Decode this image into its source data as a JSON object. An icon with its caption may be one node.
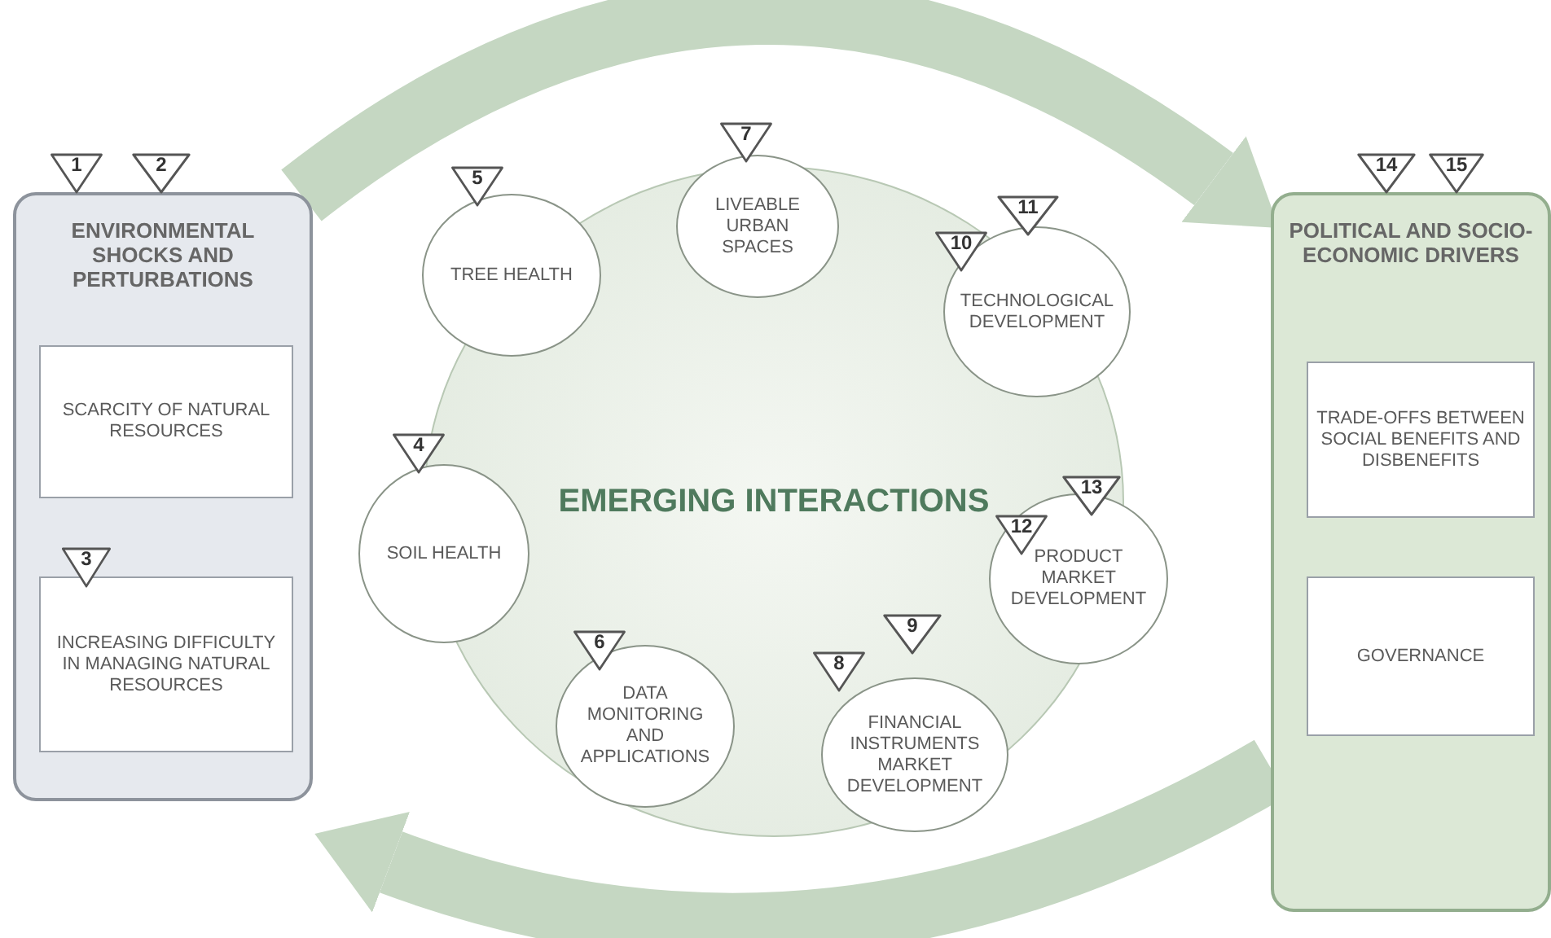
{
  "diagram": {
    "nodes": [
      {
        "text": [
          "1"
        ]
      },
      {
        "text": [
          "2"
        ]
      },
      {
        "text": [
          "ENVIRONMENTAL SHOCKS AND PERTURBATIONS"
        ]
      },
      {
        "text": [
          "SCARCITY OF NATURAL RESOURCES"
        ],
        "in": 2
      },
      {
        "text": [
          "3"
        ],
        "in": 2
      },
      {
        "text": [
          "INCREASING DIFFICULTY IN MANAGING NATURAL RESOURCES"
        ],
        "in": 2
      },
      {
        "text": [
          "EMERGING INTERACTIONS"
        ]
      },
      {
        "text": [
          "7"
        ]
      },
      {
        "text": [
          "LIVEABLE URBAN SPACES"
        ]
      },
      {
        "text": [
          "5"
        ],
        "in": 6
      },
      {
        "text": [
          "TREE HEALTH"
        ],
        "in": 6
      },
      {
        "text": [
          "10"
        ],
        "in": 6
      },
      {
        "text": [
          "11"
        ],
        "in": 6
      },
      {
        "text": [
          "TECHNOLOGICAL DEVELOPMENT"
        ],
        "in": 6
      },
      {
        "text": [
          "4"
        ]
      },
      {
        "text": [
          "SOIL HEALTH"
        ]
      },
      {
        "text": [
          "12"
        ]
      },
      {
        "text": [
          "13"
        ],
        "in": 6
      },
      {
        "text": [
          "PRODUCT MARKET DEVELOPMENT"
        ]
      },
      {
        "text": [
          "6"
        ],
        "in": 6
      },
      {
        "text": [
          "DATA MONITORING AND APPLICATIONS"
        ],
        "in": 6
      },
      {
        "text": [
          "8"
        ],
        "in": 6
      },
      {
        "text": [
          "9"
        ],
        "in": 6
      },
      {
        "text": [
          "FINANCIAL INSTRUMENTS MARKET DEVELOPMENT"
        ],
        "in": 6
      },
      {
        "text": [
          "14"
        ]
      },
      {
        "text": [
          "15"
        ]
      },
      {
        "text": [
          "POLITICAL AND SOCIO-ECONOMIC DRIVERS"
        ]
      },
      {
        "text": [
          "TRADE-OFFS BETWEEN SOCIAL BENEFITS AND DISBENEFITS"
        ],
        "in": 26
      },
      {
        "text": [
          "GOVERNANCE"
        ],
        "in": 26
      }
    ],
    "edges": [
      {
        "from": 2,
        "to": 26,
        "arrow": "to"
      },
      {
        "from": 26,
        "to": 2,
        "arrow": "to"
      }
    ]
  }
}
